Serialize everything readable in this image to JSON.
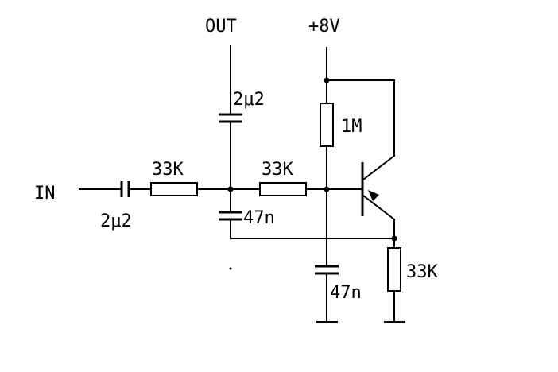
{
  "terminals": {
    "input": "IN",
    "output": "OUT",
    "supply": "+8V"
  },
  "components": {
    "c_in": "2μ2",
    "c_out": "2μ2",
    "r_series_1": "33K",
    "r_series_2": "33K",
    "r_bias": "1M",
    "r_emitter": "33K",
    "c_filter_1": "47n",
    "c_filter_2": "47n"
  },
  "colors": {
    "ink": "#000000",
    "background": "#ffffff"
  }
}
